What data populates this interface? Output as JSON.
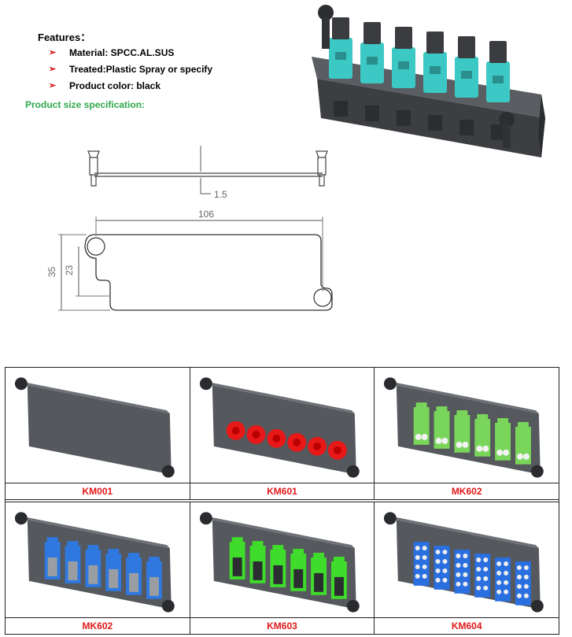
{
  "features": {
    "title": "Features：",
    "items": [
      {
        "label": "Material: SPCC.AL.SUS"
      },
      {
        "label": "Treated:Plastic Spray or specify"
      },
      {
        "label": "Product color: black"
      }
    ]
  },
  "size_spec": {
    "title": "Product size specification:"
  },
  "drawing": {
    "thickness": "1.5",
    "width": "106",
    "height": "35",
    "inner_height": "23"
  },
  "products": [
    {
      "code": "KM001",
      "adapter_color": "#4a4d52"
    },
    {
      "code": "KM601",
      "adapter_color": "#e81818"
    },
    {
      "code": "MK602",
      "adapter_color": "#7ad65a"
    },
    {
      "code": "MK602",
      "adapter_color": "#2f78e0"
    },
    {
      "code": "KM603",
      "adapter_color": "#3fdc2c"
    },
    {
      "code": "KM604",
      "adapter_color": "#2a6fe0"
    }
  ],
  "colors": {
    "accent_red": "#e01818",
    "spec_green": "#2ea84b",
    "hero_adapter": "#3cc8c4",
    "panel_gray": "#55585c"
  }
}
